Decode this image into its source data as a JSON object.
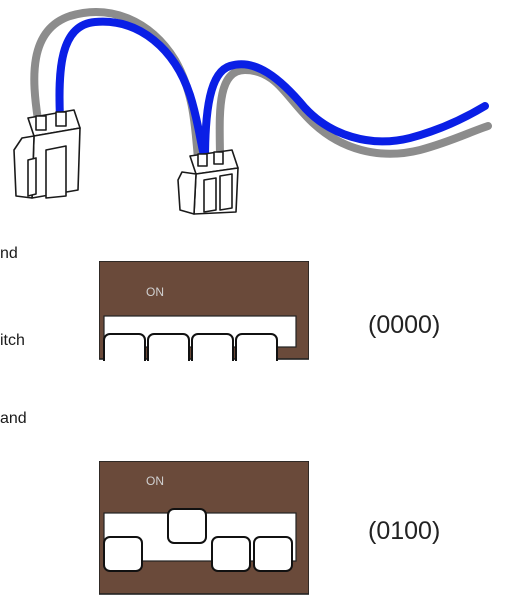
{
  "fragments": {
    "line1": "nd",
    "line2": "itch",
    "line3": "and"
  },
  "dip_switches": [
    {
      "on_label": "ON",
      "code": "(0000)",
      "positions": [
        0,
        0,
        0,
        0
      ]
    },
    {
      "on_label": "ON",
      "code": "(0100)",
      "positions": [
        0,
        1,
        0,
        0
      ]
    }
  ],
  "colors": {
    "switch_body": "#6a4a3a",
    "wire_blue": "#0a1fe6",
    "wire_gray": "#8c8c8c"
  },
  "icons": {
    "cable": "two-wire-cable-with-connectors-icon"
  }
}
